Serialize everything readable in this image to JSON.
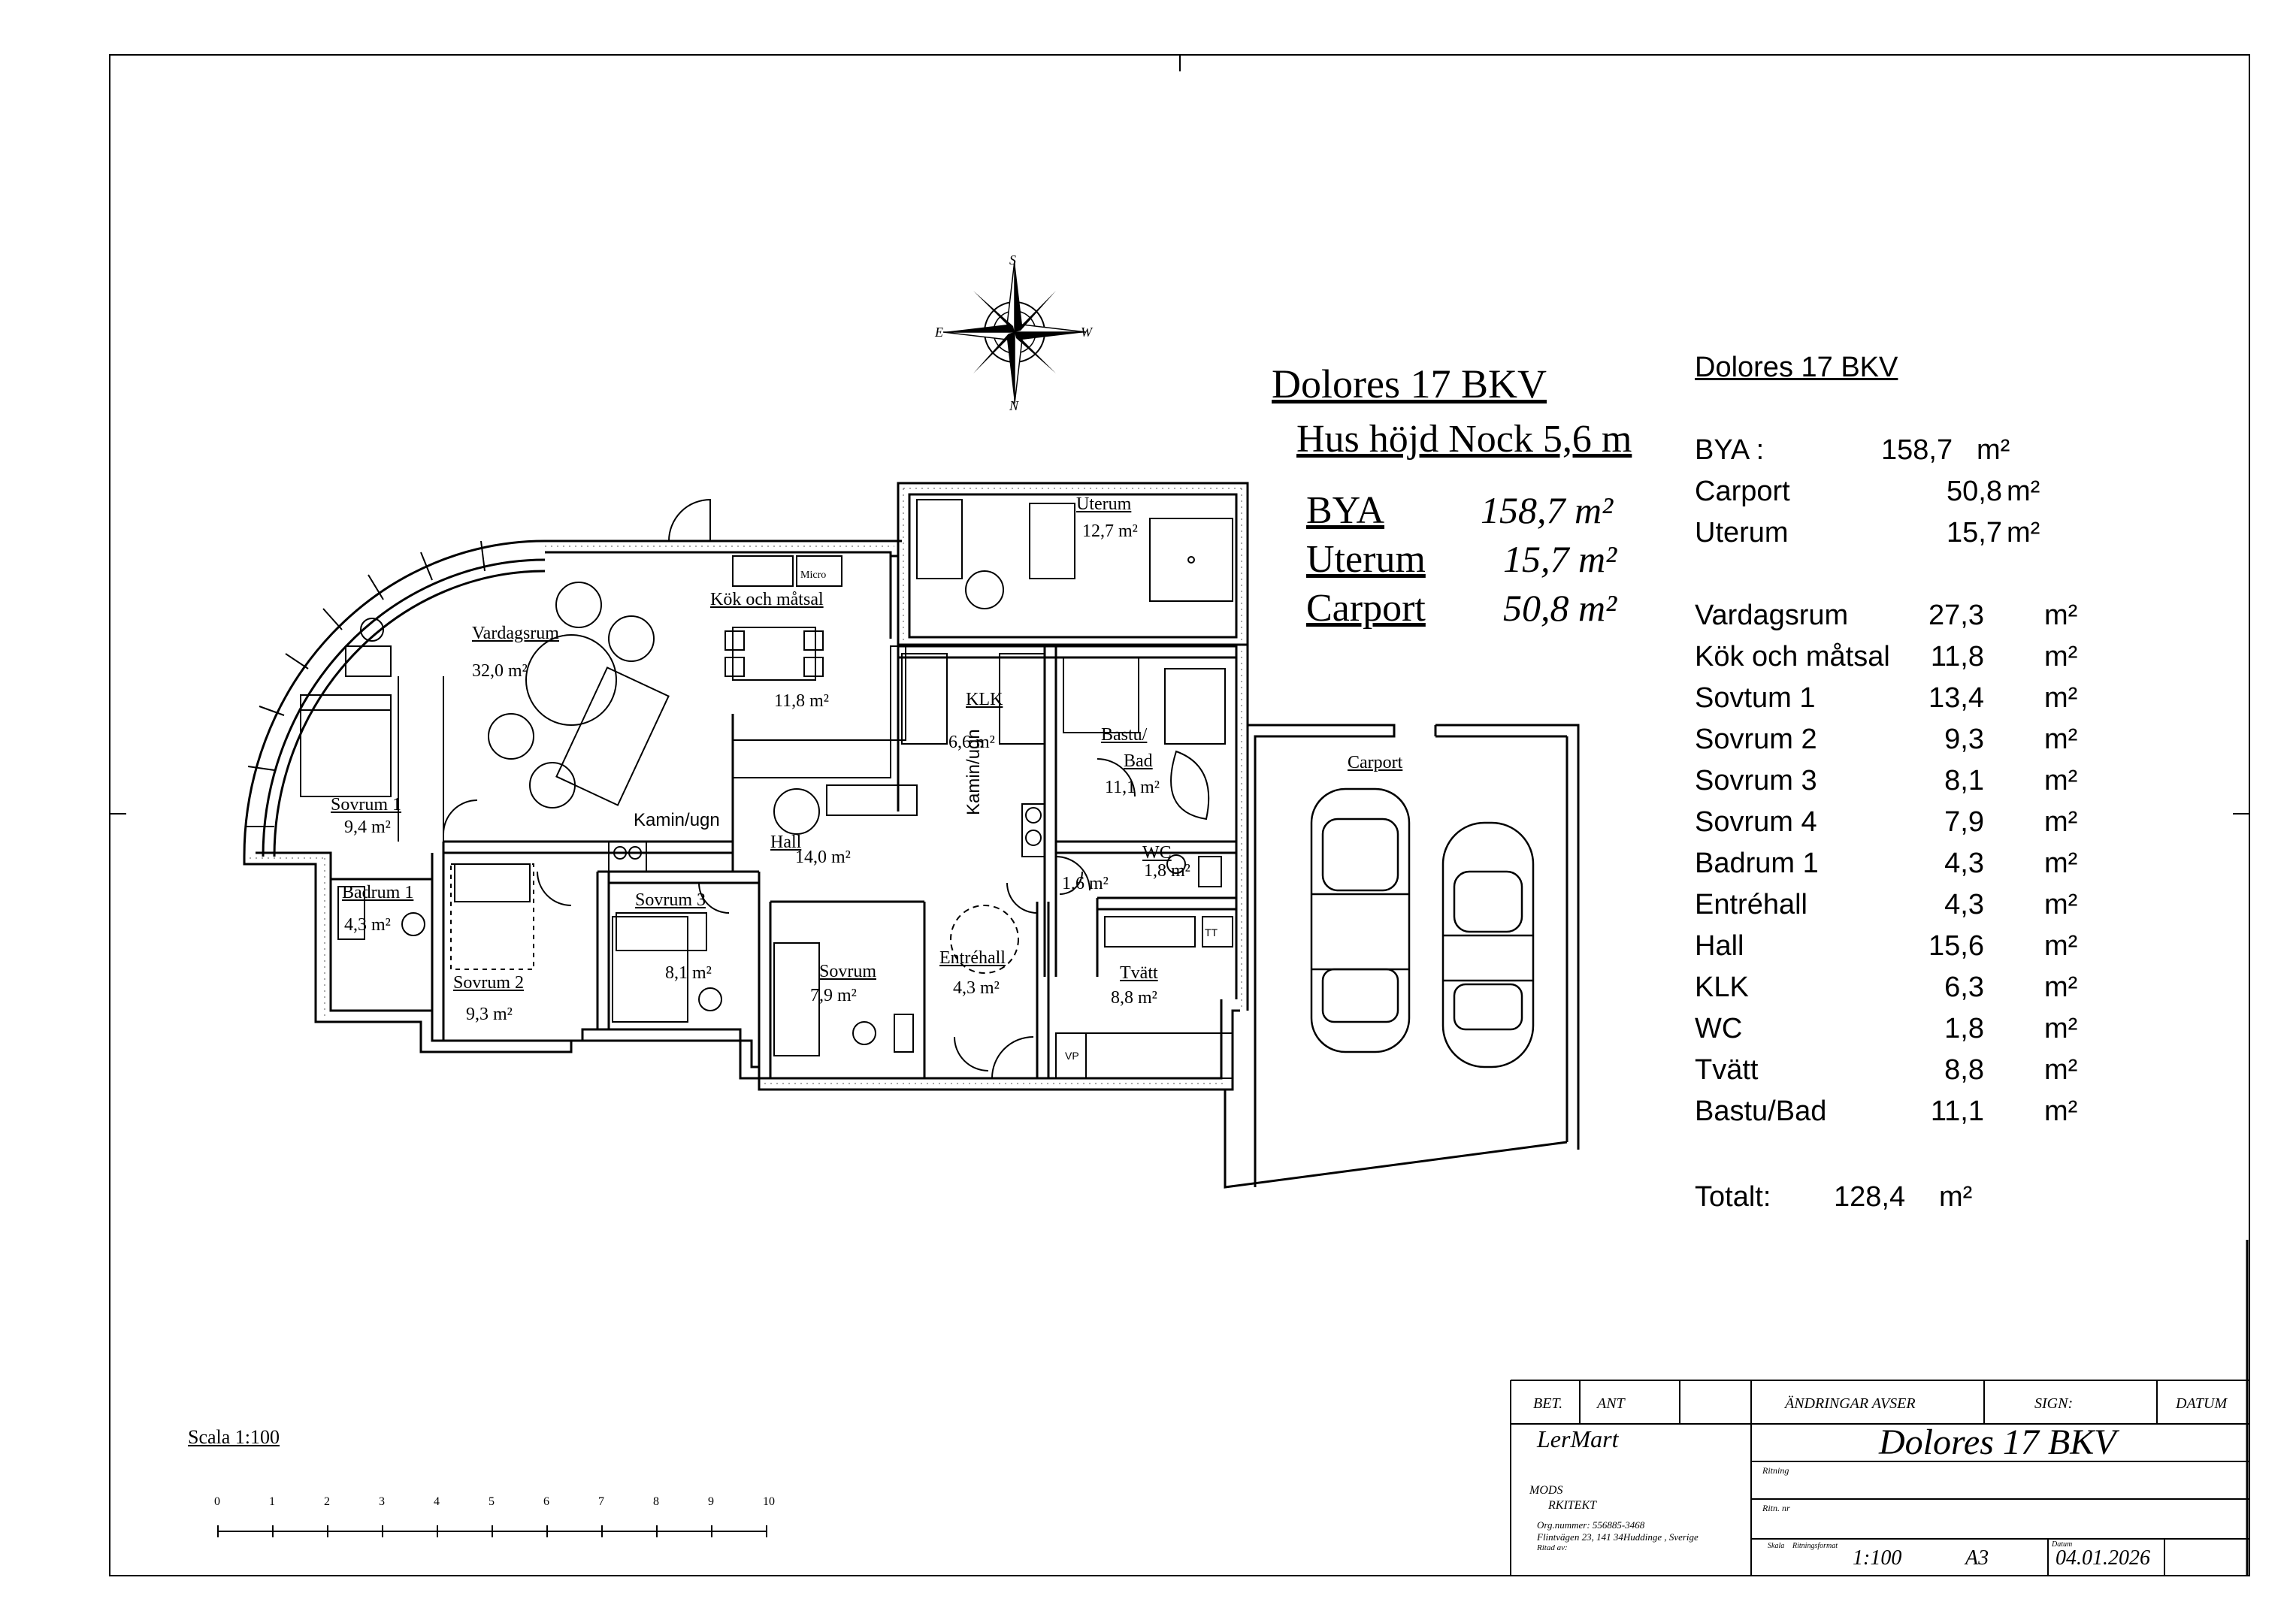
{
  "compass": {
    "north": "S",
    "south": "N",
    "west": "E",
    "east": "W"
  },
  "title_block_left": {
    "title": "Dolores 17 BKV",
    "subtitle": "Hus höjd  Nock   5,6 m",
    "rows": [
      {
        "label": "BYA",
        "value": "158,7 m²"
      },
      {
        "label": "Uterum",
        "value": "15,7 m²"
      },
      {
        "label": "Carport",
        "value": "50,8 m²"
      }
    ]
  },
  "area_table": {
    "title": "Dolores  17 BKV",
    "summary": [
      {
        "label": "BYA :",
        "value": "158,7",
        "unit": "m²"
      },
      {
        "label": "Carport",
        "value": "50,8",
        "unit": "m²"
      },
      {
        "label": "Uterum",
        "value": "15,7",
        "unit": "m²"
      }
    ],
    "rooms": [
      {
        "label": "Vardagsrum",
        "value": "27,3",
        "unit": "m²"
      },
      {
        "label": "Kök och måtsal",
        "value": "11,8",
        "unit": "m²"
      },
      {
        "label": "Sovtum 1",
        "value": "13,4",
        "unit": "m²"
      },
      {
        "label": "Sovrum 2",
        "value": "9,3",
        "unit": "m²"
      },
      {
        "label": "Sovrum 3",
        "value": "8,1",
        "unit": "m²"
      },
      {
        "label": "Sovrum 4",
        "value": "7,9",
        "unit": "m²"
      },
      {
        "label": "Badrum 1",
        "value": "4,3",
        "unit": "m²"
      },
      {
        "label": "Entréhall",
        "value": "4,3",
        "unit": "m²"
      },
      {
        "label": "Hall",
        "value": "15,6",
        "unit": "m²"
      },
      {
        "label": "KLK",
        "value": "6,3",
        "unit": "m²"
      },
      {
        "label": "WC",
        "value": "1,8",
        "unit": "m²"
      },
      {
        "label": "Tvätt",
        "value": "8,8",
        "unit": "m²"
      },
      {
        "label": "Bastu/Bad",
        "value": "11,1",
        "unit": "m²"
      }
    ],
    "total_label": "Totalt:",
    "total_value": "128,4",
    "total_unit": "m²"
  },
  "plan_labels": {
    "uterum": "Uterum",
    "uterum_area": "12,7 m²",
    "micro": "Micro",
    "kok": "Kök och måtsal",
    "kok_area": "11,8 m²",
    "vardagsrum": "Vardagsrum",
    "vardagsrum_area": "32,0 m²",
    "klk": "KLK",
    "klk_area": "6,6 m²",
    "bastu": "Bastu/",
    "bad": "Bad",
    "bastu_area": "11,1 m²",
    "carport": "Carport",
    "sovrum1": "Sovrum 1",
    "sovrum1_area": "9,4 m²",
    "kamin": "Kamin/ugn",
    "kamin_vertical": "Kamin/ugn",
    "hall": "Hall",
    "hall_area": "14,0 m²",
    "wc": "WC",
    "wc_area": "1,8 m²",
    "hall_small_area": "1,6 m²",
    "badrum1": "Badrum 1",
    "badrum1_area": "4,3 m²",
    "sovrum3": "Sovrum 3",
    "sovrum3_area": "8,1 m²",
    "sovrum4": "Sovrum",
    "sovrum4_area": "7,9 m²",
    "entrehall": "Entréhall",
    "entrehall_area": "4,3 m²",
    "tvatt": "Tvätt",
    "tvatt_area": "8,8 m²",
    "tt": "TT",
    "vp": "VP",
    "sovrum2": "Sovrum 2",
    "sovrum2_area": "9,3 m²"
  },
  "scale_bar": {
    "label": "Scala  1:100",
    "ticks": [
      "0",
      "1",
      "2",
      "3",
      "4",
      "5",
      "6",
      "7",
      "8",
      "9",
      "10"
    ]
  },
  "title_block": {
    "bet": "BET.",
    "ant": "ANT",
    "andringar": "ÄNDRINGAR AVSER",
    "sign": "SIGN:",
    "datum": "DATUM",
    "author": "LerMart",
    "drawing_title": "Dolores 17 BKV",
    "ritning_label": "Ritning",
    "ritn_nr_label": "Ritn. nr",
    "firm_line1": "MODS",
    "firm_line2": "RKITEKT",
    "org": "Org.nummer: 556885-3468",
    "address": "Flintvägen 23, 141 34Huddinge  , Sverige",
    "ritad": "Ritad av:",
    "skala_label": "Skala",
    "format_label": "Ritningsformat",
    "datum_label": "Datum",
    "scale": "1:100",
    "format": "A3",
    "date": "04.01.2026"
  }
}
